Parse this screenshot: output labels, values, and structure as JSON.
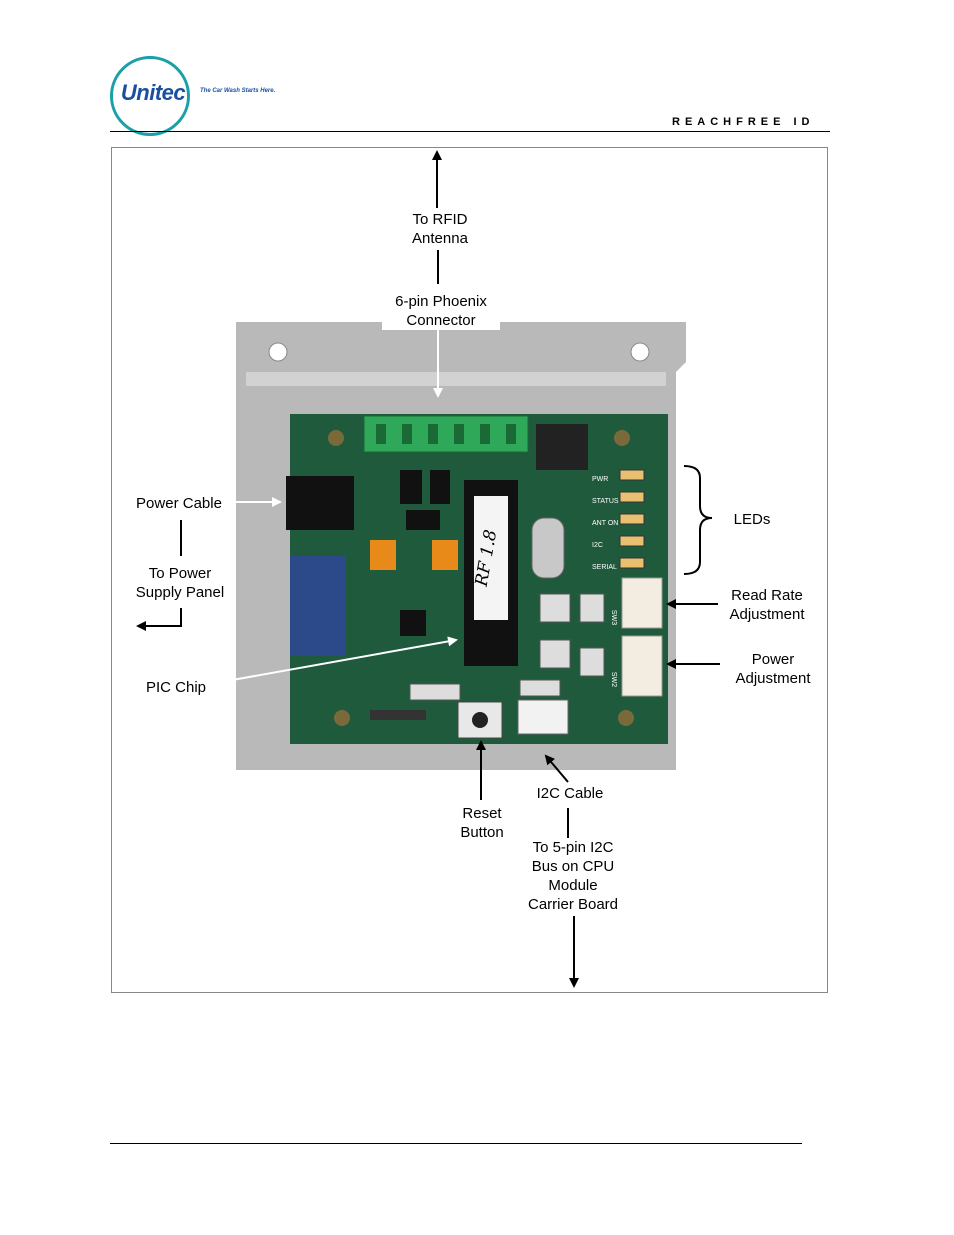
{
  "header": {
    "logo_text": "Unitec",
    "tagline": "The Car Wash Starts Here.",
    "doc_title": "REACHFREE ID"
  },
  "figure": {
    "labels": {
      "rfid": "To RFID\nAntenna",
      "phoenix": "6-pin Phoenix\nConnector",
      "power_cable": "Power Cable",
      "to_power": "To Power\nSupply Panel",
      "pic_chip": "PIC Chip",
      "leds": "LEDs",
      "read_rate": "Read Rate\nAdjustment",
      "power_adj": "Power\nAdjustment",
      "reset": "Reset\nButton",
      "i2c_cable": "I2C Cable",
      "to_i2c": "To 5-pin I2C\nBus on CPU\nModule\nCarrier Board"
    },
    "board": {
      "chip_label": "RF 1.8",
      "led_labels": [
        "PWR",
        "STATUS",
        "ANT ON",
        "I2C",
        "SERIAL"
      ],
      "pot_labels": [
        "SW3",
        "SW2"
      ]
    }
  }
}
